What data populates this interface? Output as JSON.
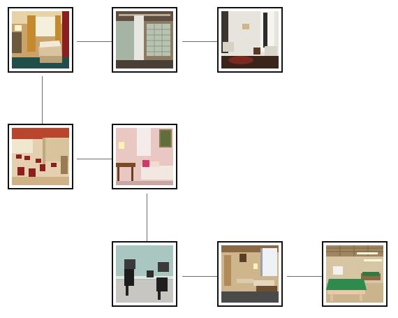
{
  "diagram": {
    "nodes": [
      {
        "id": "hotel-bedroom",
        "icon": "hotel-bedroom-thumbnail"
      },
      {
        "id": "basement",
        "icon": "basement-thumbnail"
      },
      {
        "id": "living-room",
        "icon": "living-room-thumbnail"
      },
      {
        "id": "cafeteria",
        "icon": "cafeteria-thumbnail"
      },
      {
        "id": "girls-bedroom",
        "icon": "girls-bedroom-thumbnail"
      },
      {
        "id": "computer-room",
        "icon": "computer-room-thumbnail"
      },
      {
        "id": "waiting-room",
        "icon": "waiting-room-thumbnail"
      },
      {
        "id": "game-room",
        "icon": "game-room-thumbnail"
      }
    ],
    "edges": [
      [
        "hotel-bedroom",
        "basement"
      ],
      [
        "basement",
        "living-room"
      ],
      [
        "hotel-bedroom",
        "cafeteria"
      ],
      [
        "cafeteria",
        "girls-bedroom"
      ],
      [
        "girls-bedroom",
        "computer-room"
      ],
      [
        "computer-room",
        "waiting-room"
      ],
      [
        "waiting-room",
        "game-room"
      ]
    ]
  }
}
